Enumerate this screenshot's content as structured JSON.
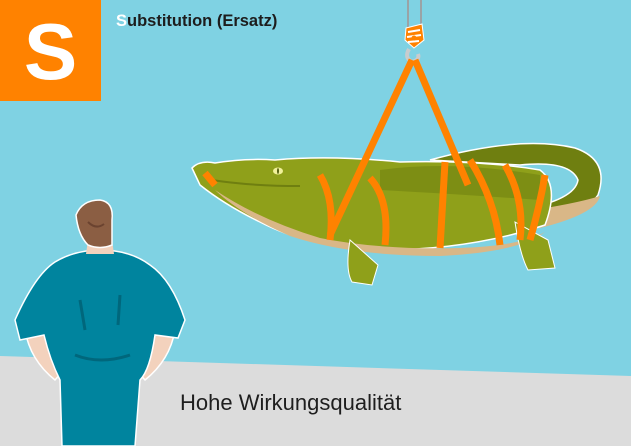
{
  "badge": {
    "letter": "S",
    "color": "#ff8200"
  },
  "title": {
    "first_letter": "S",
    "rest": "ubstitution (Ersatz)"
  },
  "caption": {
    "text": "Hohe Wirkungsqualität"
  },
  "illustration": {
    "description": "Worker viewed from behind, hands on hips, watching a crocodile hoisted by orange straps on a crane hook",
    "colors": {
      "sky": "#7fd2e3",
      "floor": "#dcdcdc",
      "strap": "#ff8200",
      "croc": "#8fa01a",
      "overalls": "#00849e"
    }
  }
}
